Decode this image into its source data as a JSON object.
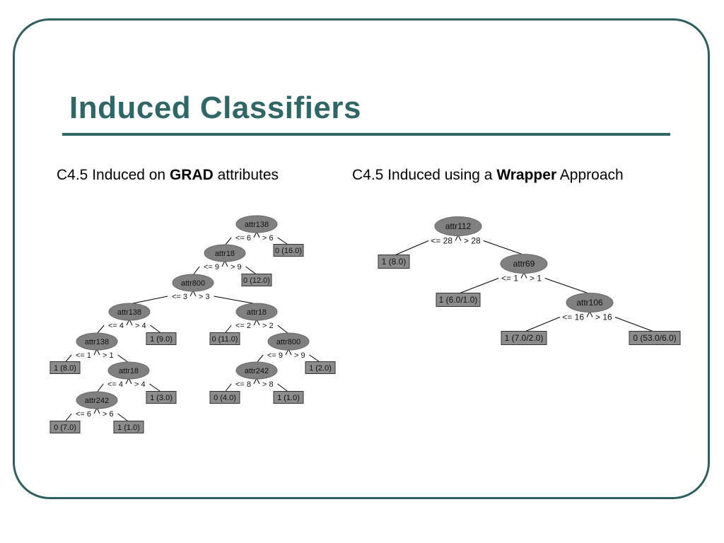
{
  "slide": {
    "title": "Induced Classifiers",
    "caption_left": {
      "prefix": "C4.5 Induced on ",
      "bold": "GRAD",
      "suffix": " attributes"
    },
    "caption_right": {
      "prefix": "C4.5 Induced using a ",
      "bold": "Wrapper",
      "suffix": " Approach"
    }
  },
  "trees": {
    "grad": {
      "nodes": [
        {
          "id": "g1",
          "kind": "attr",
          "label": "attr138"
        },
        {
          "id": "g2",
          "kind": "attr",
          "label": "attr18"
        },
        {
          "id": "g3",
          "kind": "leaf",
          "label": "0 (16.0)"
        },
        {
          "id": "g4",
          "kind": "attr",
          "label": "attr800"
        },
        {
          "id": "g5",
          "kind": "leaf",
          "label": "0 (12.0)"
        },
        {
          "id": "g6",
          "kind": "attr",
          "label": "attr138"
        },
        {
          "id": "g7",
          "kind": "attr",
          "label": "attr18"
        },
        {
          "id": "g8",
          "kind": "attr",
          "label": "attr138"
        },
        {
          "id": "g9",
          "kind": "leaf",
          "label": "1 (9.0)"
        },
        {
          "id": "g10",
          "kind": "leaf",
          "label": "0 (11.0)"
        },
        {
          "id": "g11",
          "kind": "attr",
          "label": "attr800"
        },
        {
          "id": "g12",
          "kind": "leaf",
          "label": "1 (8.0)"
        },
        {
          "id": "g13",
          "kind": "attr",
          "label": "attr18"
        },
        {
          "id": "g14",
          "kind": "attr",
          "label": "attr242"
        },
        {
          "id": "g15",
          "kind": "leaf",
          "label": "1 (2.0)"
        },
        {
          "id": "g16",
          "kind": "attr",
          "label": "attr242"
        },
        {
          "id": "g17",
          "kind": "leaf",
          "label": "1 (3.0)"
        },
        {
          "id": "g18",
          "kind": "leaf",
          "label": "0 (4.0)"
        },
        {
          "id": "g19",
          "kind": "leaf",
          "label": "1 (1.0)"
        },
        {
          "id": "g20",
          "kind": "leaf",
          "label": "0 (7.0)"
        },
        {
          "id": "g21",
          "kind": "leaf",
          "label": "1 (1.0)"
        }
      ],
      "edges": [
        {
          "from": "g1",
          "to": "g2",
          "label": "<= 6"
        },
        {
          "from": "g1",
          "to": "g3",
          "label": "> 6"
        },
        {
          "from": "g2",
          "to": "g4",
          "label": "<= 9"
        },
        {
          "from": "g2",
          "to": "g5",
          "label": "> 9"
        },
        {
          "from": "g4",
          "to": "g6",
          "label": "<= 3"
        },
        {
          "from": "g4",
          "to": "g7",
          "label": "> 3"
        },
        {
          "from": "g6",
          "to": "g8",
          "label": "<= 4"
        },
        {
          "from": "g6",
          "to": "g9",
          "label": "> 4"
        },
        {
          "from": "g7",
          "to": "g10",
          "label": "<= 2"
        },
        {
          "from": "g7",
          "to": "g11",
          "label": "> 2"
        },
        {
          "from": "g8",
          "to": "g12",
          "label": "<= 1"
        },
        {
          "from": "g8",
          "to": "g13",
          "label": "> 1"
        },
        {
          "from": "g11",
          "to": "g14",
          "label": "<= 9"
        },
        {
          "from": "g11",
          "to": "g15",
          "label": "> 9"
        },
        {
          "from": "g13",
          "to": "g16",
          "label": "<= 4"
        },
        {
          "from": "g13",
          "to": "g17",
          "label": "> 4"
        },
        {
          "from": "g14",
          "to": "g18",
          "label": "<= 8"
        },
        {
          "from": "g14",
          "to": "g19",
          "label": "> 8"
        },
        {
          "from": "g16",
          "to": "g20",
          "label": "<= 6"
        },
        {
          "from": "g16",
          "to": "g21",
          "label": "> 6"
        }
      ]
    },
    "wrapper": {
      "nodes": [
        {
          "id": "w1",
          "kind": "attr",
          "label": "attr112"
        },
        {
          "id": "w2",
          "kind": "leaf",
          "label": "1 (8.0)"
        },
        {
          "id": "w3",
          "kind": "attr",
          "label": "attr69"
        },
        {
          "id": "w4",
          "kind": "leaf",
          "label": "1 (6.0/1.0)"
        },
        {
          "id": "w5",
          "kind": "attr",
          "label": "attr106"
        },
        {
          "id": "w6",
          "kind": "leaf",
          "label": "1 (7.0/2.0)"
        },
        {
          "id": "w7",
          "kind": "leaf",
          "label": "0 (53.0/6.0)"
        }
      ],
      "edges": [
        {
          "from": "w1",
          "to": "w2",
          "label": "<= 28"
        },
        {
          "from": "w1",
          "to": "w3",
          "label": "> 28"
        },
        {
          "from": "w3",
          "to": "w4",
          "label": "<= 1"
        },
        {
          "from": "w3",
          "to": "w5",
          "label": "> 1"
        },
        {
          "from": "w5",
          "to": "w6",
          "label": "<= 16"
        },
        {
          "from": "w5",
          "to": "w7",
          "label": "> 16"
        }
      ]
    }
  }
}
